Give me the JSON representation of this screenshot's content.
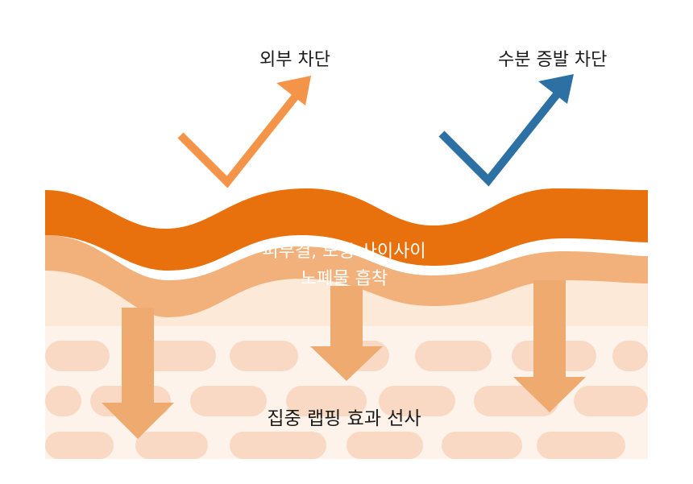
{
  "labels": {
    "external_block": "외부 차단",
    "moisture_block": "수분 증발 차단",
    "pore_line1": "피부결, 모공 사이사이",
    "pore_line2": "노폐물 흡착",
    "wrapping": "집중 랩핑 효과 선사"
  },
  "colors": {
    "top_layer": "#e8710d",
    "second_layer": "#f2b07a",
    "third_layer": "#fde9d7",
    "cell_layer_bg": "#fdf3ea",
    "cells": "#f9d9c3",
    "down_arrows": "#eeaa6f",
    "external_arrow": "#f49449",
    "moisture_arrow": "#2d70a3",
    "text": "#1a1a1a",
    "text_light": "#ffffff"
  },
  "icons": {
    "external_block": "check-arrow-orange-icon",
    "moisture_block": "check-arrow-blue-icon",
    "absorb": "down-arrow-icon"
  }
}
